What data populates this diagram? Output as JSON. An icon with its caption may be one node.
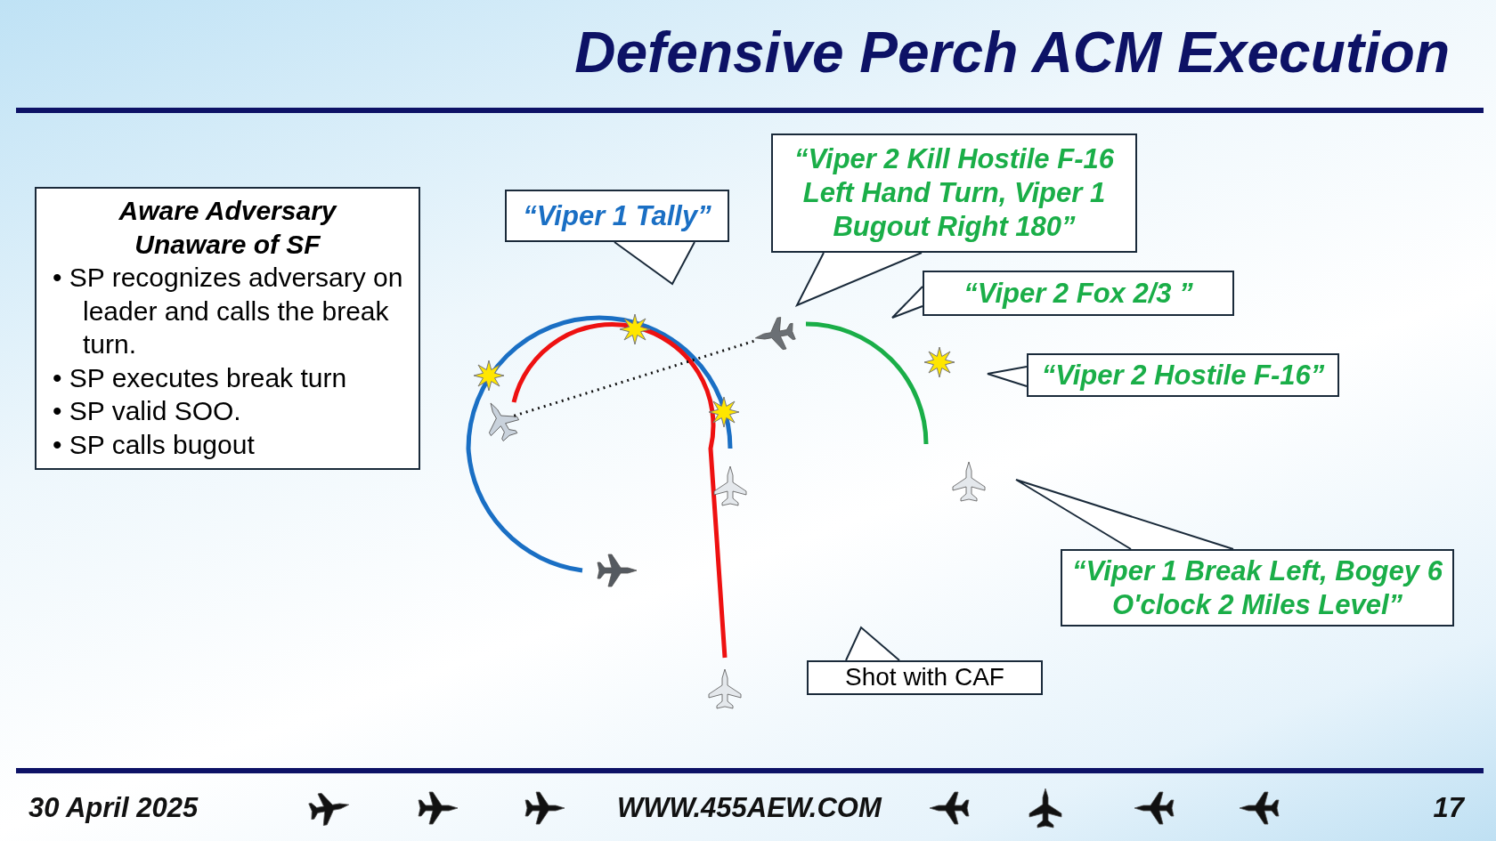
{
  "diagram": {
    "title": "Defensive Perch ACM Execution",
    "nodes": [
      {
        "text": [
          "Aware Adversary Unaware of SF",
          "• SP recognizes adversary on leader and calls the break turn.",
          "• SP executes break turn",
          "• SP valid SOO.",
          "• SP calls bugout"
        ]
      },
      {
        "text": [
          "“Viper 1 Tally”"
        ]
      },
      {
        "text": [
          "“Viper 2 Kill Hostile F-16 Left Hand Turn, Viper 1 Bugout Right 180”"
        ]
      },
      {
        "text": [
          "“Viper 2 Fox 2/3 ”"
        ]
      },
      {
        "text": [
          "“Viper 2 Hostile F-16”"
        ]
      },
      {
        "text": [
          "“Viper 1 Break Left, Bogey 6 O'clock 2 Miles Level”"
        ]
      },
      {
        "text": [
          "Shot with CAF"
        ]
      },
      {
        "text": [],
        "shape": "aircraft"
      },
      {
        "text": [],
        "shape": "aircraft"
      }
    ],
    "edges": [
      {
        "from": 7,
        "to": 8,
        "arrow": "none",
        "style": "dashed"
      }
    ],
    "labels": [
      "30 April 2025",
      "WWW.455AEW.COM",
      "17"
    ]
  }
}
